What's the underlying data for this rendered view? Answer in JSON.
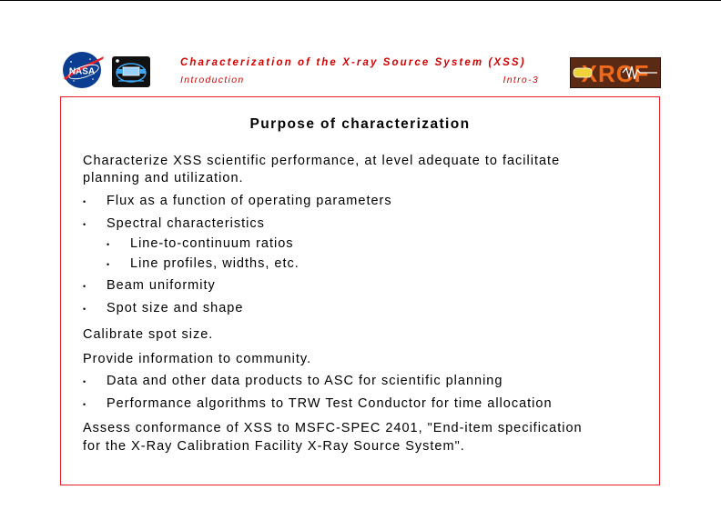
{
  "header": {
    "title": "Characterization of the X-ray Source System (XSS)",
    "subtitle": "Introduction",
    "page_label": "Intro-3",
    "logo_nasa_text": "NASA",
    "logo_xrcf_text": "XRCF"
  },
  "slide": {
    "title": "Purpose of characterization",
    "intro_line_1": "Characterize XSS scientific performance, at level adequate to facilitate",
    "intro_line_2": "planning and utilization.",
    "bullets_1": [
      "Flux as a function of operating parameters",
      "Spectral characteristics"
    ],
    "sub_bullets": [
      "Line-to-continuum ratios",
      "Line profiles, widths, etc."
    ],
    "bullets_2": [
      "Beam uniformity",
      "Spot size and shape"
    ],
    "calibrate_line": "Calibrate spot size.",
    "provide_line": "Provide information to community.",
    "bullets_3": [
      "Data and other data products to ASC for scientific planning",
      "Performance algorithms to TRW Test Conductor for time allocation"
    ],
    "assess_line_1": "Assess conformance of XSS to MSFC-SPEC 2401, \"End-item specification",
    "assess_line_2": "for the X-Ray Calibration Facility X-Ray Source System\"."
  },
  "colors": {
    "header_red": "#d40000",
    "frame_border": "#e8202a",
    "nasa_blue": "#0b3d91",
    "xrcf_bg": "#5a2a14",
    "xrcf_text": "#f06a1a"
  },
  "icons": {
    "nasa_logo": "nasa-meatball-icon",
    "satellite_logo": "satellite-patch-icon",
    "xrcf_logo": "xrcf-logo-icon"
  }
}
